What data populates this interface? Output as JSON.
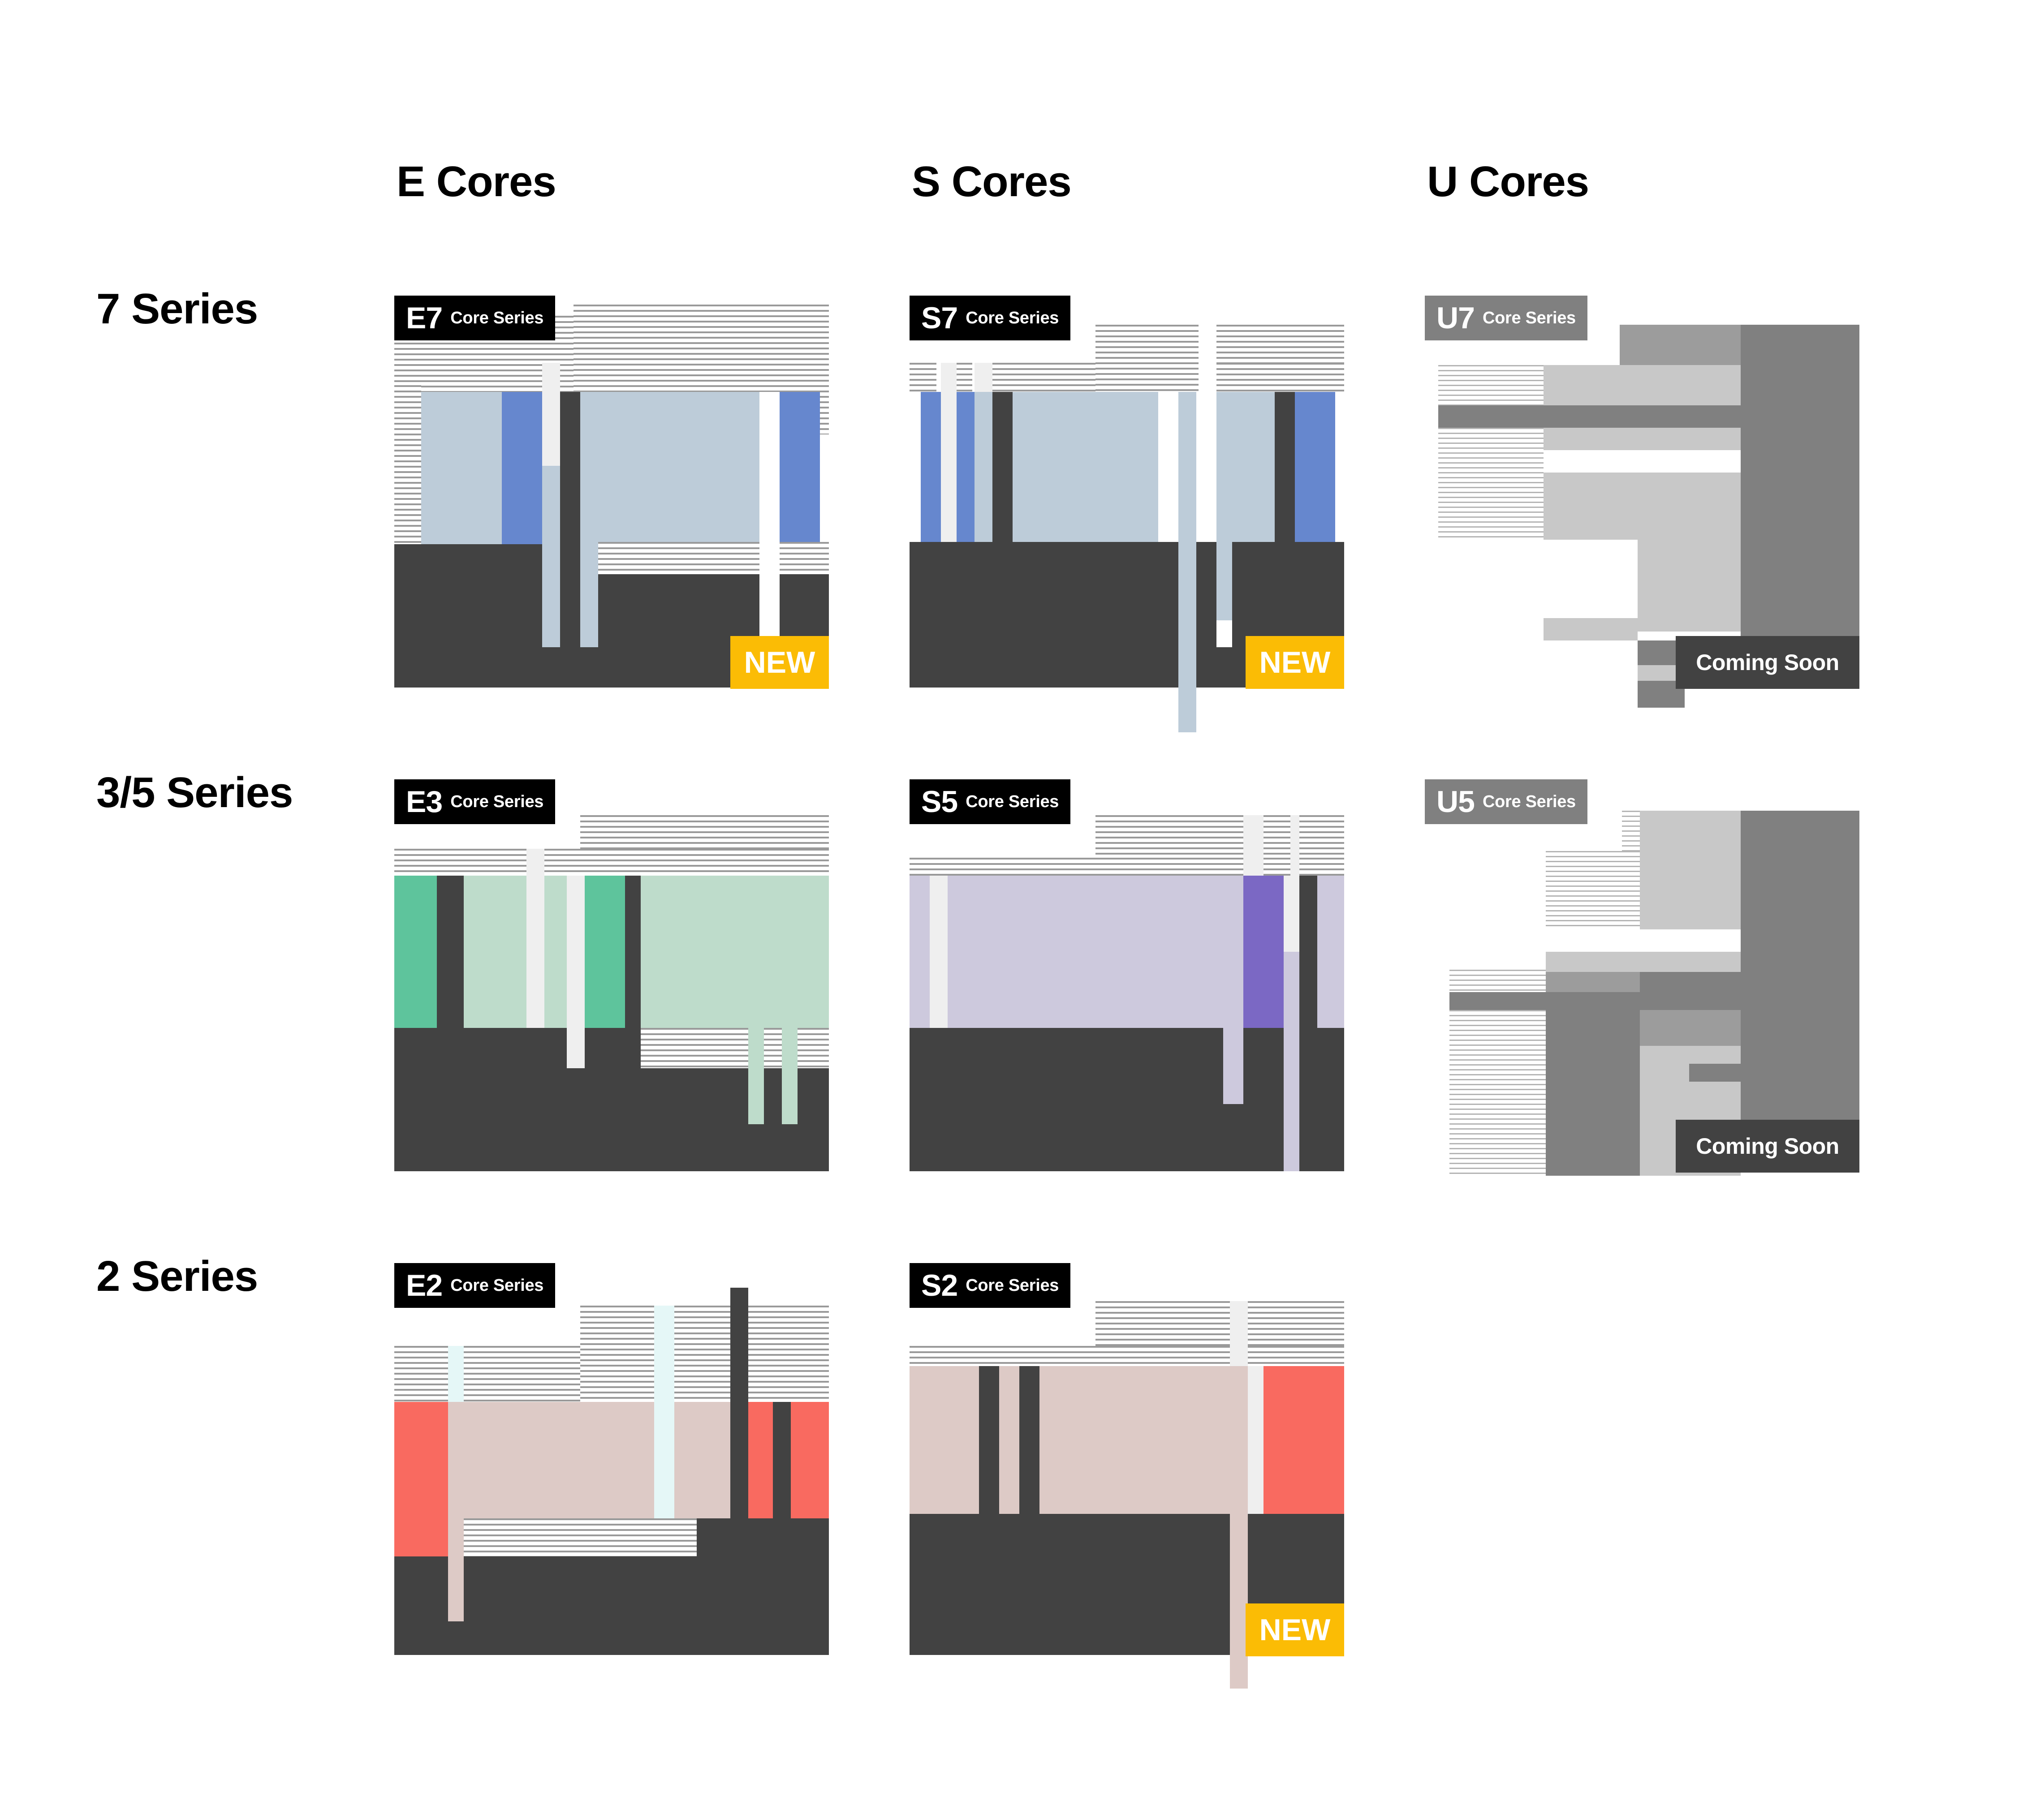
{
  "columns": [
    {
      "label": "E Cores"
    },
    {
      "label": "S Cores"
    },
    {
      "label": "U Cores"
    }
  ],
  "rows": [
    {
      "label": "7 Series"
    },
    {
      "label": "3/5 Series"
    },
    {
      "label": "2 Series"
    }
  ],
  "badge_subtitle": "Core Series",
  "status_labels": {
    "new": "NEW",
    "coming_soon": "Coming Soon"
  },
  "palette": {
    "black": "#000000",
    "dark_gray": "#424242",
    "mid_gray": "#808080",
    "light_gray": "#c8c8c8",
    "lighter_gray": "#9c9c9c",
    "off_white": "#efefef",
    "white": "#ffffff",
    "yellow_new": "#FBBC05",
    "blue_accent": "#6687ce",
    "blue_pale": "#bdccd9",
    "green_accent": "#5ec49c",
    "green_pale": "#bedccb",
    "purple_accent": "#7b68c4",
    "purple_pale": "#cdc9dd",
    "red_accent": "#f96a60",
    "red_pale": "#ddcac6",
    "ice_blue": "#e5f7f7"
  },
  "cards": [
    {
      "id": "e7",
      "code": "E7",
      "column": 0,
      "row": 0,
      "badge_style": "black",
      "status": "new",
      "status_position": "bottom-right"
    },
    {
      "id": "s7",
      "code": "S7",
      "column": 1,
      "row": 0,
      "badge_style": "black",
      "status": "new",
      "status_position": "bottom-right"
    },
    {
      "id": "u7",
      "code": "U7",
      "column": 2,
      "row": 0,
      "badge_style": "gray",
      "status": "coming_soon",
      "status_position": "bottom-right"
    },
    {
      "id": "e3",
      "code": "E3",
      "column": 0,
      "row": 1,
      "badge_style": "black",
      "status": null,
      "status_position": null
    },
    {
      "id": "s5",
      "code": "S5",
      "column": 1,
      "row": 1,
      "badge_style": "black",
      "status": null,
      "status_position": null
    },
    {
      "id": "u5",
      "code": "U5",
      "column": 2,
      "row": 1,
      "badge_style": "gray",
      "status": "coming_soon",
      "status_position": "bottom-right"
    },
    {
      "id": "e2",
      "code": "E2",
      "column": 0,
      "row": 2,
      "badge_style": "black",
      "status": null,
      "status_position": null
    },
    {
      "id": "s2",
      "code": "S2",
      "column": 1,
      "row": 2,
      "badge_style": "black",
      "status": "new",
      "status_position": "bottom-right"
    }
  ]
}
